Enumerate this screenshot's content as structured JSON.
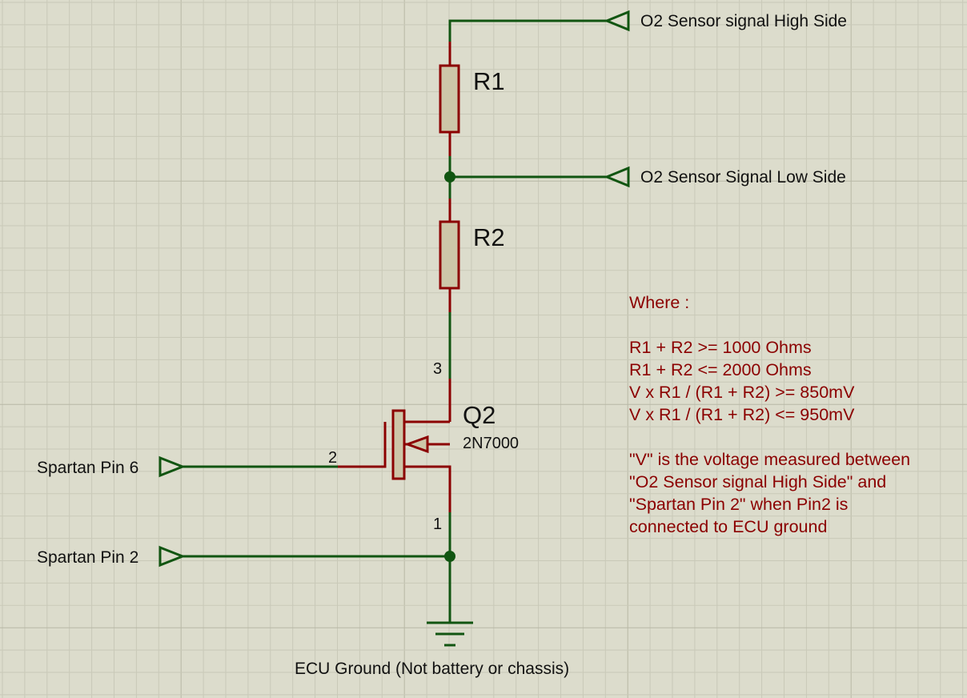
{
  "colors": {
    "background": "#dcdccc",
    "grid_minor": "#c9c9b8",
    "grid_major": "#b8b8a6",
    "wire": "#115511",
    "component": "#8b0000",
    "component_fill": "#cdc6a8",
    "note_text": "#8b0000"
  },
  "terminals": {
    "o2_high": "O2 Sensor signal High Side",
    "o2_low": "O2 Sensor Signal Low Side",
    "spartan_pin6": "Spartan Pin 6",
    "spartan_pin2": "Spartan Pin 2"
  },
  "components": {
    "r1": {
      "ref": "R1"
    },
    "r2": {
      "ref": "R2"
    },
    "q2": {
      "ref": "Q2",
      "part": "2N7000",
      "pin_drain": "3",
      "pin_gate": "2",
      "pin_source": "1"
    }
  },
  "ground": {
    "label": "ECU Ground (Not battery or chassis)"
  },
  "note": {
    "lines": [
      "Where :",
      "",
      "R1 + R2 >= 1000 Ohms",
      "R1 + R2 <= 2000 Ohms",
      "V x R1 / (R1 + R2) >= 850mV",
      "V x R1 / (R1 + R2) <= 950mV",
      "",
      "\"V\" is the voltage measured between",
      "\"O2 Sensor signal High Side\" and",
      "\"Spartan Pin 2\" when Pin2 is",
      "connected to ECU ground"
    ]
  }
}
